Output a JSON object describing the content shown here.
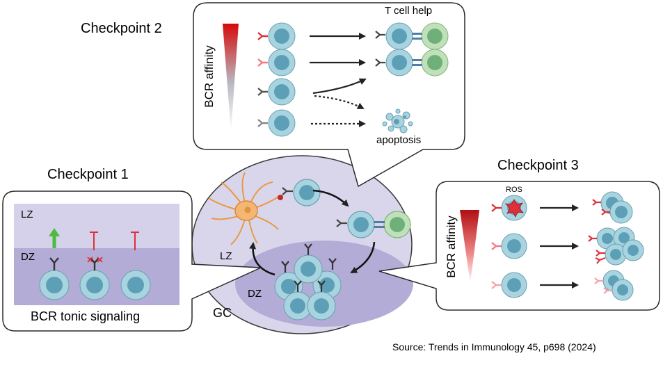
{
  "checkpoint2": {
    "title": "Checkpoint 2",
    "axis_label": "BCR affinity",
    "t_cell_help": "T cell help",
    "apoptosis": "apoptosis"
  },
  "checkpoint1": {
    "title": "Checkpoint 1",
    "lz": "LZ",
    "dz": "DZ",
    "caption": "BCR tonic signaling"
  },
  "checkpoint3": {
    "title": "Checkpoint 3",
    "axis_label": "BCR affinity",
    "ros": "ROS"
  },
  "gc": {
    "lz": "LZ",
    "dz": "DZ",
    "label": "GC"
  },
  "source": "Source: Trends in Immunology 45, p698 (2024)",
  "colors": {
    "bcell_outer": "#a8d4e0",
    "bcell_nucleus": "#5e9fb8",
    "tcell_outer": "#bfe0b8",
    "tcell_nucleus": "#6fb07a",
    "gc_light": "#d9d6ec",
    "gc_dark": "#b3acd6",
    "receptor_high": "#e0303a",
    "receptor_low": "#f4a3a8",
    "receptor_none": "#444444",
    "fdc": "#f3b673",
    "arrow_up": "#4cbb3e"
  }
}
